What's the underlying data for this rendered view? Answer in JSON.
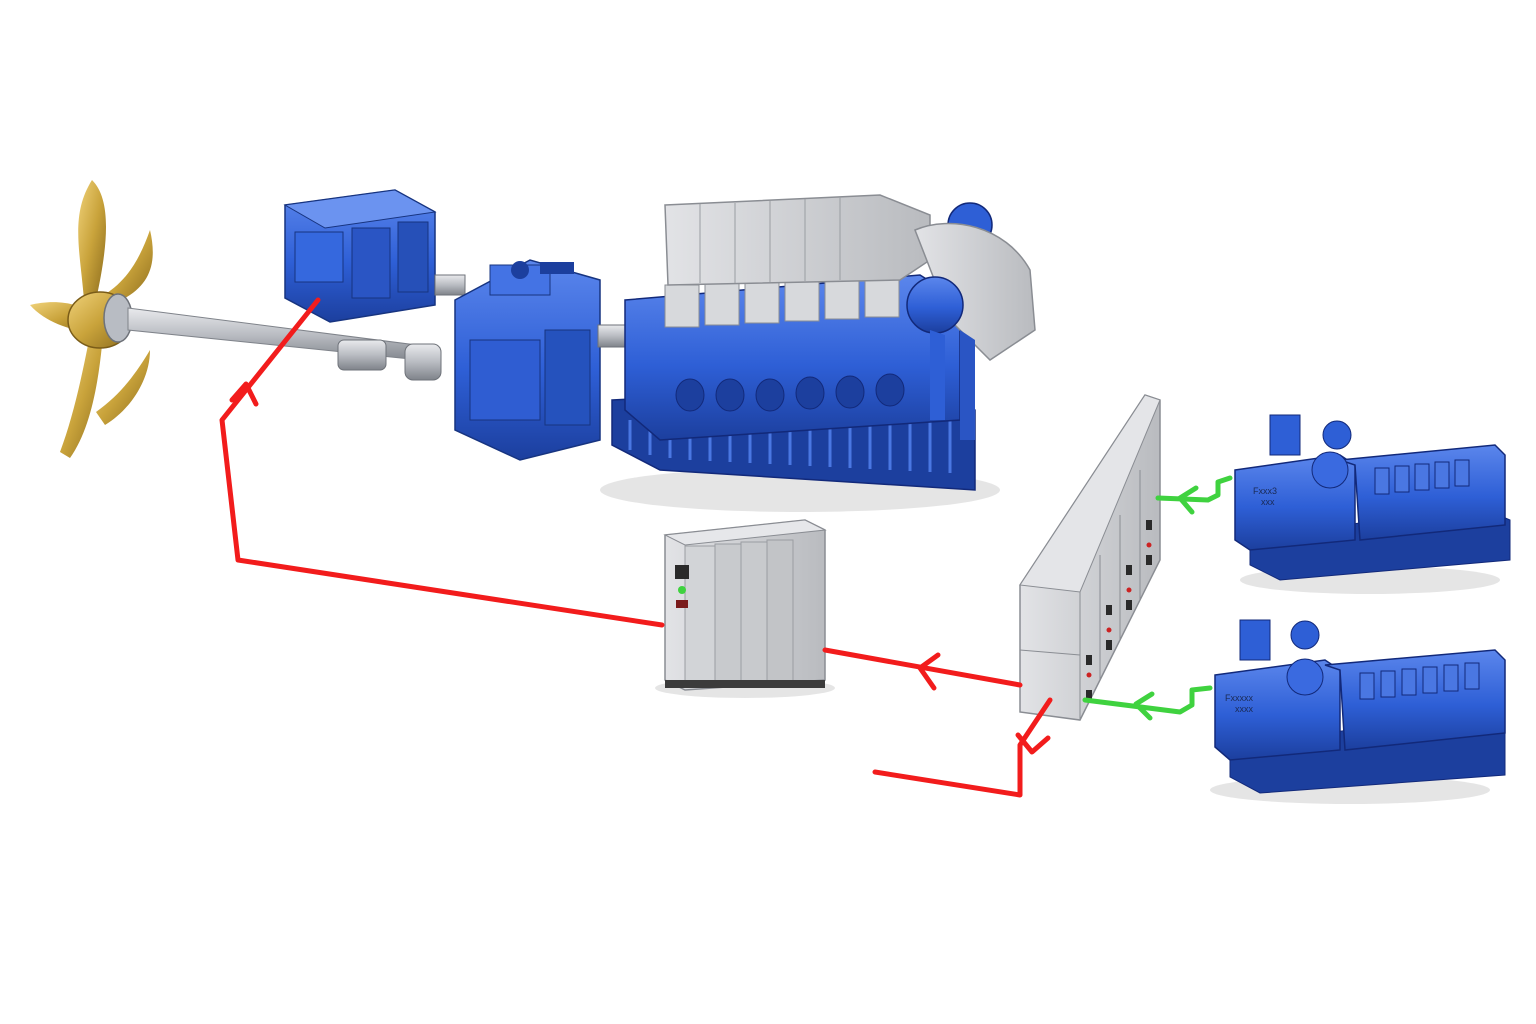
{
  "colors": {
    "machinery_blue": "#2e5fd6",
    "machinery_blue_dark": "#1c3f9e",
    "machinery_blue_light": "#5b86ec",
    "cabinet_gray": "#cfd1d4",
    "cabinet_gray_dark": "#a9acb0",
    "propeller_bronze": "#c9a33b",
    "electric_line_red": "#f21c1c",
    "generator_link_green": "#3fd23f",
    "shaft_steel": "#b9bcc2",
    "background": "#ffffff"
  },
  "icons": {
    "propeller": "propeller-icon",
    "flow_arrow": "chevron-arrow-icon"
  },
  "genset_plates": {
    "upper": [
      "Fxxx3",
      "xxx"
    ],
    "lower": [
      "Fxxxxx",
      "xxxx"
    ]
  }
}
